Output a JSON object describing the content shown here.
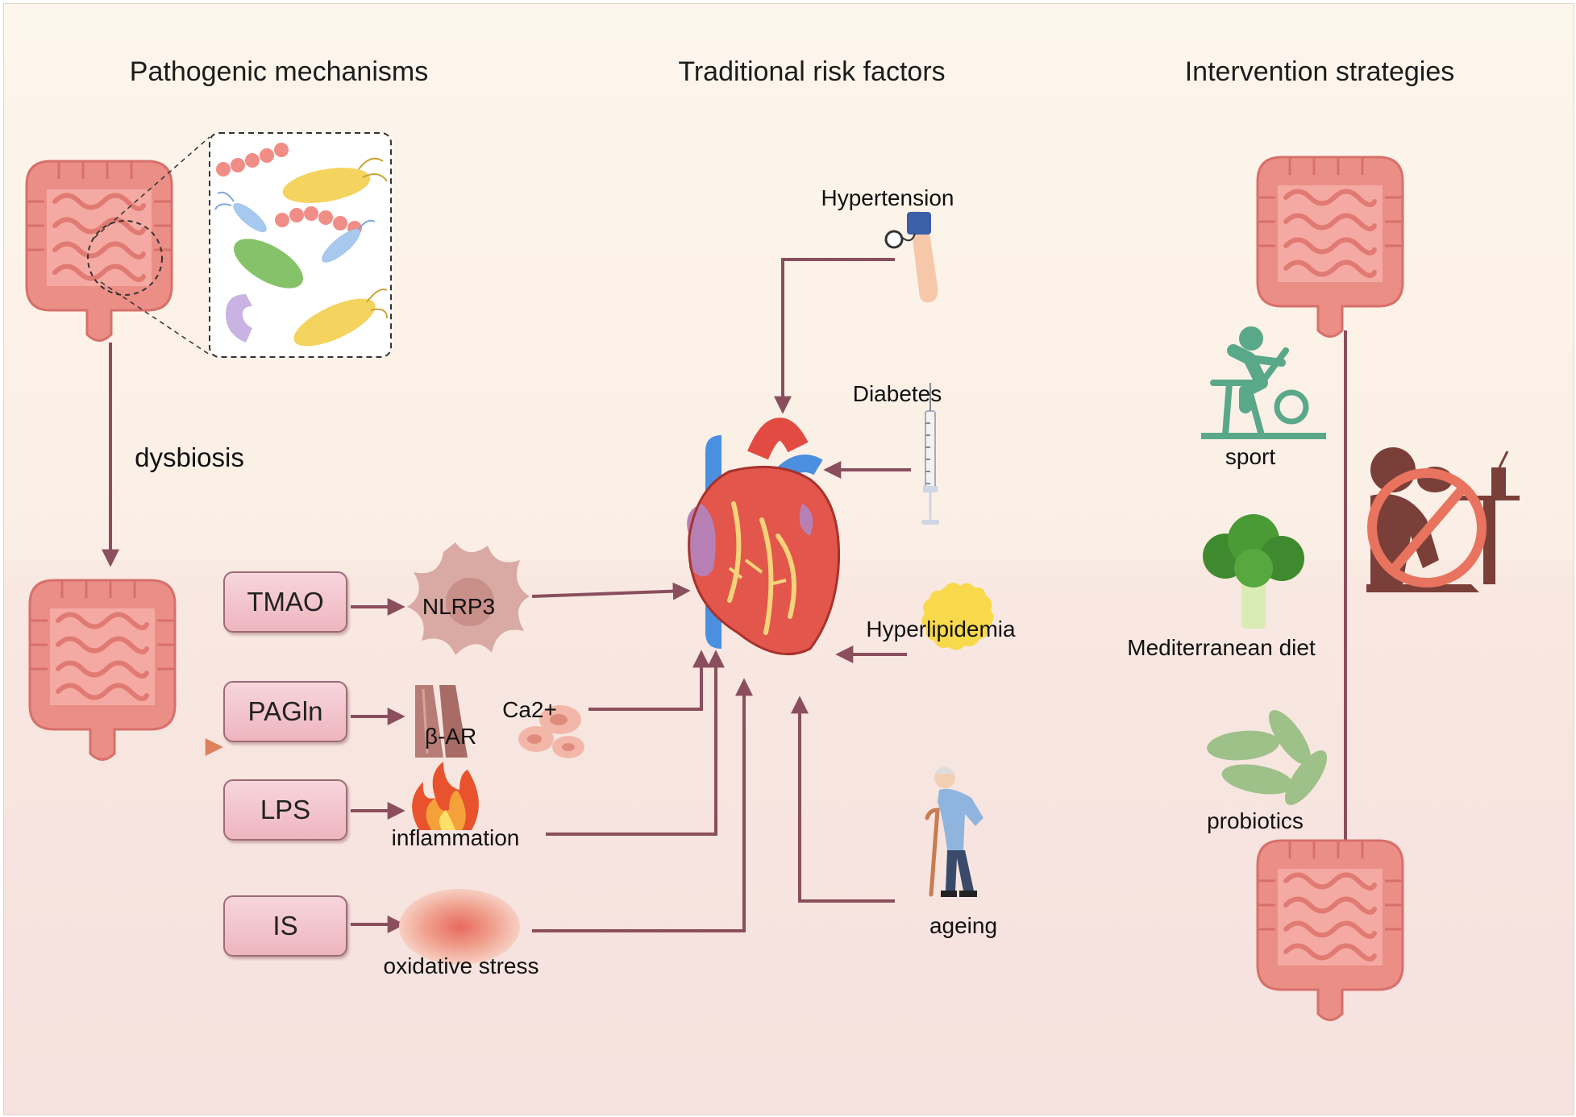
{
  "headings": {
    "pathogenic": "Pathogenic mechanisms",
    "risk": "Traditional risk factors",
    "intervention": "Intervention strategies"
  },
  "pathogenic": {
    "dysbiosis": "dysbiosis",
    "metabolites": [
      "TMAO",
      "PAGln",
      "LPS",
      "IS"
    ],
    "effects": {
      "nlrp3": "NLRP3",
      "beta_ar": "β-AR",
      "ca": "Ca2+",
      "inflammation": "inflammation",
      "oxidative": "oxidative stress"
    }
  },
  "risk_factors": {
    "hypertension": "Hypertension",
    "diabetes": "Diabetes",
    "hyperlipidemia": "Hyperlipidemia",
    "ageing": "ageing"
  },
  "interventions": {
    "sport": "sport",
    "diet": "Mediterranean diet",
    "probiotics": "probiotics"
  },
  "colors": {
    "arrow": "#8a4e5c",
    "intestine": "#e8847c",
    "box_fill": "#f2c4cc",
    "heart_red": "#d9463c",
    "vessel_blue": "#4a8fe0",
    "sport_green": "#5aa88a",
    "no_sign": "#e8735e"
  },
  "icons": [
    "intestine-icon",
    "bacteria-icon",
    "macrophage-icon",
    "receptor-icon",
    "cell-icon",
    "fire-icon",
    "oxidative-blob-icon",
    "heart-icon",
    "blood-pressure-icon",
    "syringe-icon",
    "fat-icon",
    "elderly-person-icon",
    "exercise-bike-icon",
    "broccoli-icon",
    "probiotic-icon",
    "no-fast-food-icon"
  ]
}
